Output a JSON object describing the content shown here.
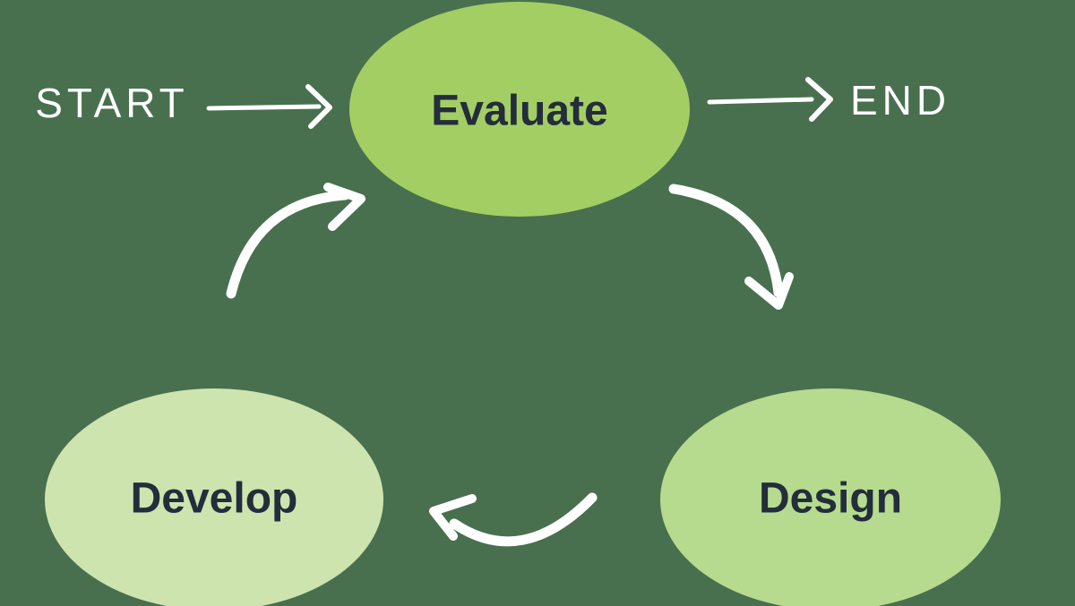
{
  "flow": {
    "start_label": "START",
    "end_label": "END",
    "sequence": [
      "START",
      "Evaluate",
      "END"
    ],
    "cycle": [
      "Evaluate",
      "Design",
      "Develop",
      "Evaluate"
    ]
  },
  "nodes": {
    "evaluate": {
      "label": "Evaluate",
      "fill": "#A3CE64"
    },
    "design": {
      "label": "Design",
      "fill": "#B6DB8E"
    },
    "develop": {
      "label": "Develop",
      "fill": "#CEE4AF"
    }
  },
  "edges": [
    {
      "from": "START",
      "to": "Evaluate",
      "style": "straight-arrow"
    },
    {
      "from": "Evaluate",
      "to": "END",
      "style": "straight-arrow"
    },
    {
      "from": "Evaluate",
      "to": "Design",
      "style": "curved-arrow"
    },
    {
      "from": "Design",
      "to": "Develop",
      "style": "curved-arrow"
    },
    {
      "from": "Develop",
      "to": "Evaluate",
      "style": "curved-arrow"
    }
  ],
  "colors": {
    "background": "#48704F",
    "arrow": "#FFFFFF",
    "endpoint_text": "#FFFFFF",
    "node_text": "#232D3B"
  }
}
